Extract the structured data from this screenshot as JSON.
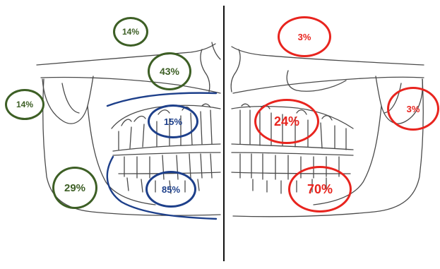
{
  "colors": {
    "left_group": "#3d5f25",
    "teeth_group": "#1d3f8a",
    "right_group": "#e8241e",
    "line_art": "#4a4a4a"
  },
  "left": {
    "condylar": "14%",
    "coronoid": "14%",
    "maxilla": "43%",
    "angle": "29%"
  },
  "teeth": {
    "upper": "15%",
    "lower": "85%"
  },
  "right": {
    "maxilla": "3%",
    "ramus": "3%",
    "upper": "24%",
    "lower": "70%"
  }
}
